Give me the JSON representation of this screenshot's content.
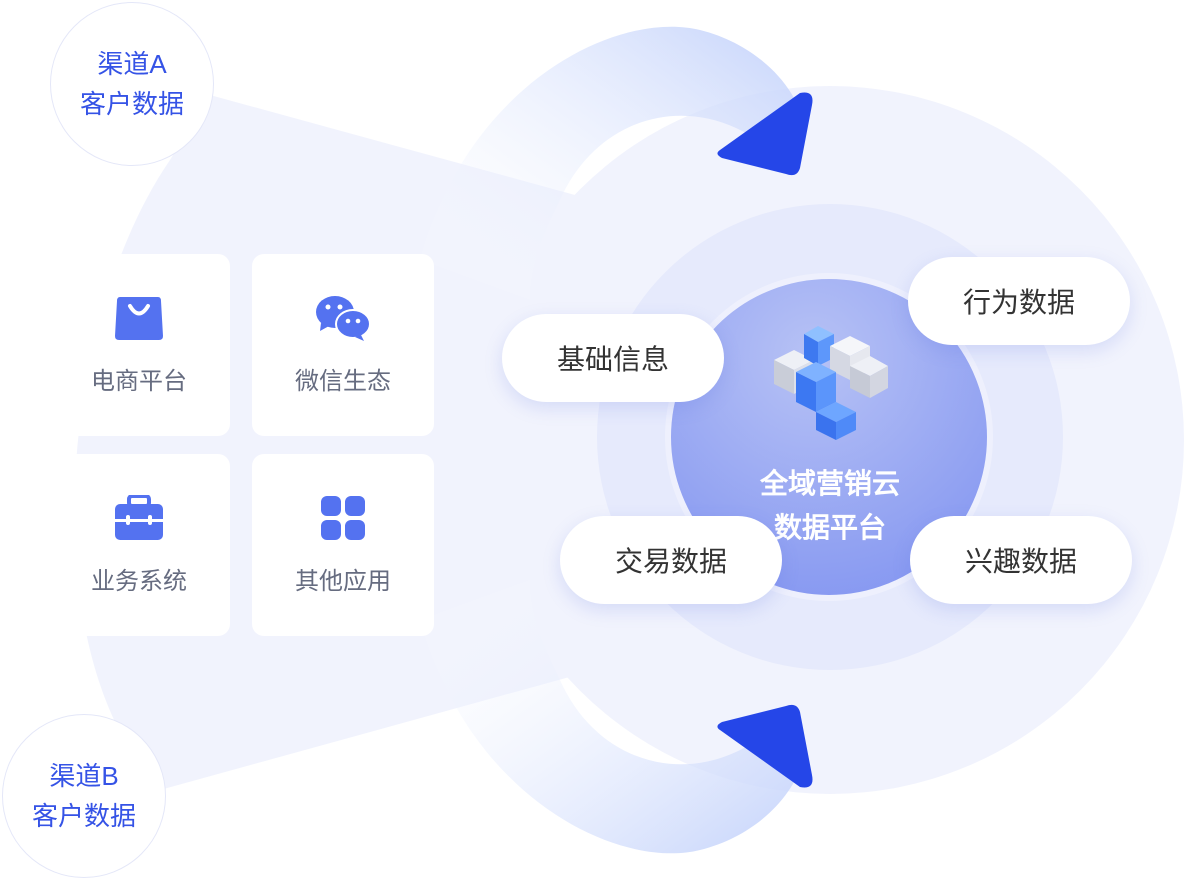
{
  "channels": [
    {
      "line1": "渠道A",
      "line2": "客户数据"
    },
    {
      "line1": "渠道B",
      "line2": "客户数据"
    }
  ],
  "sources": [
    {
      "label": "电商平台",
      "icon": "shopping-bag-icon"
    },
    {
      "label": "微信生态",
      "icon": "wechat-icon"
    },
    {
      "label": "业务系统",
      "icon": "briefcase-icon"
    },
    {
      "label": "其他应用",
      "icon": "apps-grid-icon"
    }
  ],
  "core": {
    "line1": "全域营销云",
    "line2": "数据平台",
    "icon": "cube-icon"
  },
  "data_types": [
    "基础信息",
    "行为数据",
    "交易数据",
    "兴趣数据"
  ],
  "colors": {
    "accent": "#2546e8",
    "icon": "#5472f0",
    "channel_text": "#3553e6",
    "core_from": "#b2bdf4",
    "core_to": "#8a9cf2"
  }
}
